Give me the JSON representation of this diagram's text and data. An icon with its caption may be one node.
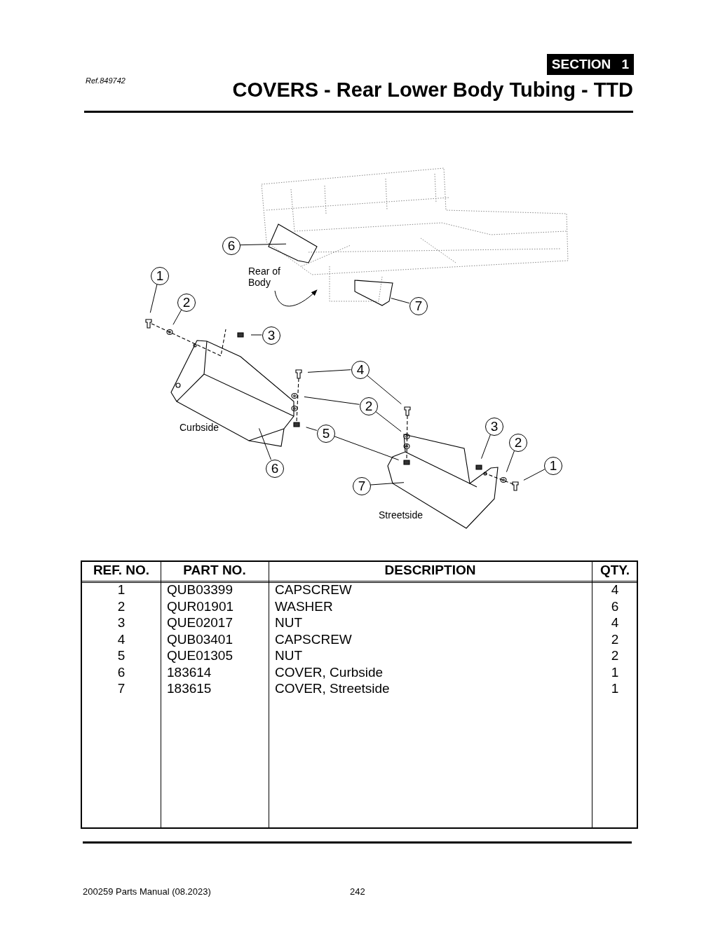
{
  "diagram": {
    "title": "COVERS - Rear Lower Body Tubing - TTD",
    "nodes": [
      {
        "text": [
          "6"
        ]
      },
      {
        "text": [
          "1"
        ]
      },
      {
        "text": [
          "Rear of Body"
        ]
      },
      {
        "text": [
          "2"
        ]
      },
      {
        "text": [
          "7"
        ]
      },
      {
        "text": [
          "3"
        ]
      },
      {
        "text": [
          "4"
        ]
      },
      {
        "text": [
          "2"
        ]
      },
      {
        "text": [
          "3"
        ]
      },
      {
        "text": [
          "5"
        ]
      },
      {
        "text": [
          "2"
        ]
      },
      {
        "text": [
          "1"
        ]
      },
      {
        "text": [
          "6"
        ]
      },
      {
        "text": [
          "7"
        ]
      }
    ],
    "edges": [
      {
        "from": 0,
        "to": null,
        "arrow": "none"
      },
      {
        "from": 1,
        "to": null,
        "arrow": "none"
      },
      {
        "from": 2,
        "to": null,
        "arrow": "to"
      },
      {
        "from": 3,
        "to": null,
        "arrow": "none"
      },
      {
        "from": 4,
        "to": null,
        "arrow": "none"
      },
      {
        "from": 5,
        "to": null,
        "arrow": "none"
      },
      {
        "from": 6,
        "to": null,
        "arrow": "none"
      },
      {
        "from": 6,
        "to": null,
        "arrow": "none"
      },
      {
        "from": 7,
        "to": null,
        "arrow": "none"
      },
      {
        "from": 7,
        "to": null,
        "arrow": "none"
      },
      {
        "from": 8,
        "to": null,
        "arrow": "none"
      },
      {
        "from": 9,
        "to": null,
        "arrow": "none"
      },
      {
        "from": 9,
        "to": null,
        "arrow": "none"
      },
      {
        "from": 10,
        "to": null,
        "arrow": "none"
      },
      {
        "from": 11,
        "to": null,
        "arrow": "none"
      },
      {
        "from": 12,
        "to": null,
        "arrow": "none"
      },
      {
        "from": 13,
        "to": null,
        "arrow": "none"
      }
    ],
    "labels": [
      "SECTION 1",
      "Ref.849742",
      "Curbside",
      "Streetside",
      "REF. NO.",
      "PART NO.",
      "DESCRIPTION",
      "QTY.",
      "1",
      "QUB03399",
      "CAPSCREW",
      "4",
      "2",
      "QUR01901",
      "WASHER",
      "6",
      "3",
      "QUE02017",
      "NUT",
      "4",
      "4",
      "QUB03401",
      "CAPSCREW",
      "2",
      "5",
      "QUE01305",
      "NUT",
      "2",
      "6",
      "183614",
      "COVER, Curbside",
      "1",
      "7",
      "183615",
      "COVER, Streetside",
      "1",
      "200259 Parts Manual (08.2023)",
      "242"
    ]
  }
}
